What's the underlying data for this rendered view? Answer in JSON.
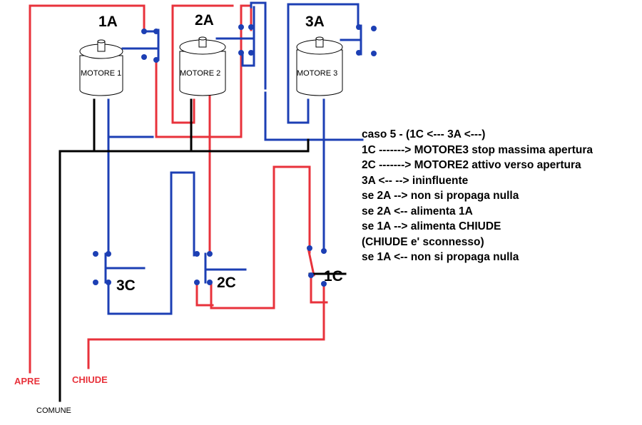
{
  "labels": {
    "relay_1a": "1A",
    "relay_2a": "2A",
    "relay_3a": "3A",
    "relay_3c": "3C",
    "relay_2c": "2C",
    "relay_1c": "1C",
    "motor_1": "MOTORE 1",
    "motor_2": "MOTORE 2",
    "motor_3": "MOTORE 3",
    "apre": "APRE",
    "chiude": "CHIUDE",
    "comune": "COMUNE"
  },
  "notes": [
    "caso 5 - (1C <--- 3A <---)",
    "1C -------> MOTORE3 stop massima apertura",
    "2C -------> MOTORE2 attivo verso apertura",
    "3A <-- -->  ininfluente",
    "se 2A  --> non si propaga nulla",
    "se 2A  <-- alimenta 1A",
    "se 1A  --> alimenta CHIUDE",
    "(CHIUDE e' sconnesso)",
    "se 1A  <-- non si propaga nulla"
  ],
  "colors": {
    "red_wire": "#e8323b",
    "blue_wire": "#1c3fb4",
    "black_wire": "#000000"
  }
}
